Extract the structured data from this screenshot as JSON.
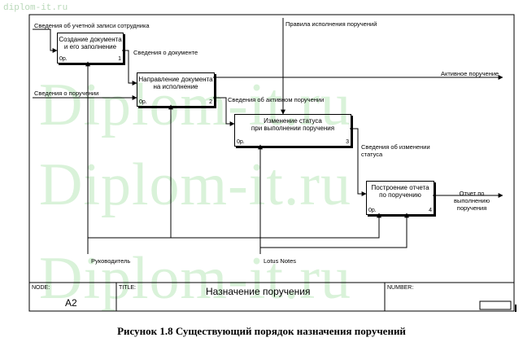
{
  "site_tag": "diplom-it.ru",
  "watermark": "Diplom-it.ru",
  "boxes": [
    {
      "title": "Создание документа\nи его заполнение",
      "cost": "0р.",
      "number": "1"
    },
    {
      "title": "Направление документа\nна исполнение",
      "cost": "0р.",
      "number": "2"
    },
    {
      "title": "Изменение статуса\nпри выполнении поручения",
      "cost": "0р.",
      "number": "3"
    },
    {
      "title": "Построение отчета\nпо поручению",
      "cost": "0р.",
      "number": "4"
    }
  ],
  "arrows": {
    "employee_record": "Сведения об учетной записи сотрудника",
    "document_info": "Сведения о документе",
    "assignment_info": "Сведения о поручении",
    "active_assignment": "Активное поручение",
    "execution_rules": "Правила исполнения поручений",
    "active_assignment_info": "Сведения об активном поручении",
    "status_change_info": "Сведения об изменении\nстатуса",
    "report": "Отчет по\nвыполнению\nпоручения",
    "manager": "Руководитель",
    "lotus": "Lotus Notes"
  },
  "footer": {
    "node_label": "NODE:",
    "node_value": "A2",
    "title_label": "TITLE:",
    "title_value": "Назначение поручения",
    "number_label": "NUMBER:"
  },
  "caption": "Рисунок 1.8 Существующий порядок назначения поручений"
}
